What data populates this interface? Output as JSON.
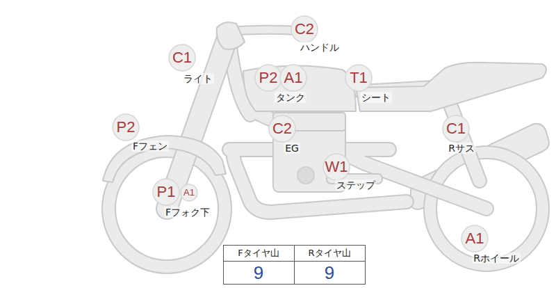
{
  "diagram": {
    "labels": [
      "C2",
      "ハンドル",
      "C1",
      "ライト",
      "P2",
      "A1",
      "タンク",
      "T1",
      "シート",
      "P2",
      "Fフェン",
      "C2",
      "EG",
      "C1",
      "Rサス",
      "W1",
      "ステップ",
      "P1",
      "A1",
      "Fフォク下",
      "A1",
      "Rホイール",
      "Fタイヤ山",
      "Rタイヤ山",
      "9",
      "9"
    ]
  }
}
